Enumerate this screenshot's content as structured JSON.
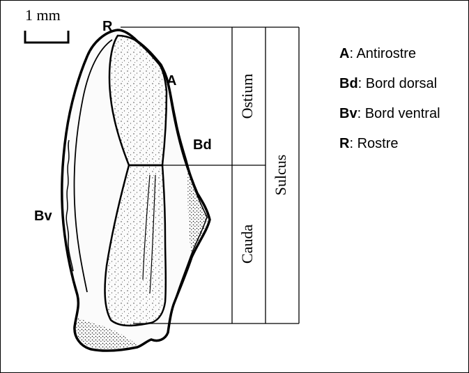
{
  "scale_bar": {
    "label": "1 mm"
  },
  "point_labels": {
    "R": "R",
    "A": "A",
    "Bd": "Bd",
    "Bv": "Bv"
  },
  "regions": {
    "ostium": "Ostium",
    "cauda": "Cauda",
    "sulcus": "Sulcus"
  },
  "legend": [
    {
      "key": "A",
      "text": ": Antirostre"
    },
    {
      "key": "Bd",
      "text": ": Bord dorsal"
    },
    {
      "key": "Bv",
      "text": ": Bord ventral"
    },
    {
      "key": "R",
      "text": ": Rostre"
    }
  ]
}
